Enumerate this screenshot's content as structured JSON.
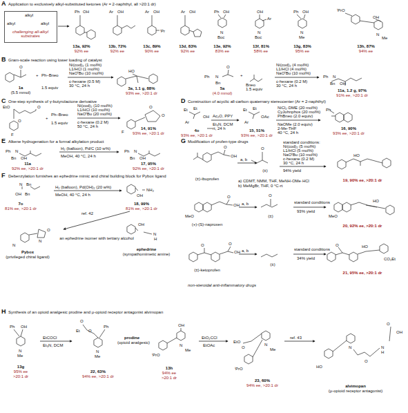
{
  "diagram": {
    "nodes": [
      {
        "text": [
          "alkyl",
          "alkyl",
          "alkyl",
          "challenging all-alkyl substrates"
        ]
      }
    ],
    "labels": [
      "A",
      "Application to exclusively alkyl-substituted ketones (Ar = 2-naphthyl, all >20:1 dr)",
      "Ph",
      "OH",
      "13a, 92%",
      "92% ee",
      "Ar",
      "OH",
      "13b, 72%",
      "92% ee",
      "Ar",
      "OH",
      "ⁱPr",
      "13c, 89%",
      "90% ee",
      "Ar",
      "OH",
      "13d, 83%",
      "92% ee",
      "Ph",
      "OH",
      "N",
      "Boc",
      "13e, 92%",
      "83% ee",
      "OH",
      "Ar",
      "N",
      "Boc",
      "13f, 81%",
      "58% ee",
      "Ph",
      "OH",
      "N",
      "Me",
      "13g, 83%",
      "95% ee",
      "ⁱPrO",
      "OH",
      "N",
      "Me",
      "13h, 87%",
      "94% ee",
      "B",
      "Gram-scale reaction using lower loading of catalyst",
      "O",
      "1a",
      "(5.5 mmol)",
      "+",
      "Ph–Bneo",
      "1.5 equiv",
      "Ni(cod)₂ (1 mol%)",
      "L1/HCl (1 mol%)",
      "NaOᵗBu (10 mol%)",
      "c-hexane (0.5 M)",
      "30 °C, 24 h",
      "HO",
      "3a, 1.1 g, 88%",
      "93% ee, >20:1 dr",
      "Ph",
      "N",
      "Bn",
      "O",
      "5a",
      "(4.0 mmol)",
      "+",
      "Bneo",
      "1.5 equiv",
      "Ni(cod)₂ (4 mol%)",
      "L1/HCl (4 mol%)",
      "NaOᵗBu (10 mol%)",
      "c-hexane (0.2 M)",
      "30 °C, 24 h",
      "Ph",
      "N",
      "Bn",
      "OH",
      "11a, 1.2 g, 97%",
      "91% ee, >20:1 dr",
      "C",
      "One-step synthesis of γ-butyrolactone derivative",
      "EtO",
      "O",
      "O",
      "F",
      "+",
      "Ph–Bneo",
      "1.5 equiv",
      "Ni(cod)₂ (10 mol%)",
      "L1/HCl (10 mol%)",
      "NaOᵗBu (20 mol%)",
      "c-hexane (0.2 M)",
      "50 °C, 24 h",
      "O",
      "O",
      "F",
      "14, 91%",
      "93% ee, >20:1 dr",
      "D",
      "Construction of acyclic all-carbon quaternary stereocenter (Ar = 2-naphthyl)",
      "Et",
      "Et",
      "OH",
      "Ar",
      "4o",
      "93% ee, >20:1 dr",
      "Ac₂O, PPY",
      "Et₃N, DCM",
      "rt, 24 h",
      "Et",
      "Et",
      "OAc",
      "Ar",
      "15, 51%",
      "93% ee, >20:1 dr",
      "NiCl₂·DME (20 mol%)",
      "CyJohnphos (20 mol%)",
      "PhBneo (2.0 equiv)",
      "NaOMe (2.0 equiv)",
      "2-Me-THF",
      "40 °C, 24 h",
      "Ph",
      "16, 90%",
      "93% ee, >20:1 dr",
      "E",
      "Alkene hydrogenation for a formal alkylation product",
      "Ph",
      "N",
      "Bn",
      "OH",
      "11a",
      "92% ee, >20:1 dr",
      "H₂ (balloon), Pd/C (10 w%)",
      "MeOH, 40 °C, 24 h",
      "Ph",
      "N",
      "Bn",
      "OH",
      "17, 95%",
      "92% ee, >20:1 dr",
      "F",
      "Debenzylation furnishes an ephedrine mimic and chiral building block for Pybox ligand",
      "N",
      "Bn",
      "OH",
      "Bn",
      "7o",
      "81% ee, >20:1 dr",
      "H₂ (balloon), Pd(OH)₂ (20 w%)",
      "MeOH, 40 °C, 24 h",
      "OH",
      "NH₂",
      "18, 99%",
      "81% ee, >20:1 dr",
      "ref. 42",
      "N",
      "O",
      "N",
      "Pybox",
      "(privileged chiral ligand)",
      "an ephedrine isomer with tertiary alcohol",
      "OH",
      "N",
      "H",
      "ephedrine",
      "(sympathomimetic amine)",
      "G",
      "Modification of profen-type drugs",
      "O",
      "OH",
      "(±)-ibuprofen",
      "a, b",
      "O",
      "(±)",
      "a) CDMT, NMM, THF, MeNH-OMe·HCl",
      "b) MeMgBr, THF, 0 °C-rt",
      "standard conditions:",
      "Ni(cod)₂ (5 mol%)",
      "L1/HCl (5 mol%)",
      "NaOᵗBu (10 mol%)",
      "c-hexane (0.2 M)",
      "30 °C, 24 h",
      "94% yield",
      "HO",
      "19, 90% ee, >20:1 dr",
      "MeO",
      "O",
      "OH",
      "(+)-(S)-naproxen",
      "a, b",
      "O",
      "(±)",
      "standard conditions",
      "93% yield",
      "MeO",
      "HO",
      "20, 92% ee, >20:1 dr",
      "O",
      "O",
      "OH",
      "(±)-ketoprofen",
      "a, b",
      "(±)",
      "standard conditions",
      "34% yield",
      "O",
      "HO",
      "CO₂Et",
      "21, 95% ee, >20:1 dr",
      "non-steroidal anti-inflammatory drugs",
      "H",
      "Synthesis of an opioid analgesic prodine and μ-opioid receptor antagonist alvimopan",
      "Ph",
      "OH",
      "N",
      "Me",
      "13g",
      "95% ee",
      ">20:1 dr",
      "EtCOCl",
      "Et₃N, DCM",
      "O",
      "Et",
      "O",
      "Ph",
      "N",
      "Me",
      "prodine",
      "(opioid analgesic)",
      "22, 63%",
      "94% ee, >20:1 dr",
      "13h",
      "94% ee",
      ">20:1 dr",
      "OH",
      "N",
      "Me",
      "ⁱPrO",
      "EtO₂CCl",
      "EtOAc",
      "EtO",
      "O",
      "N",
      "Me",
      "ⁱPrO",
      "23, 60%",
      "94% ee, >20:1 dr",
      "ref. 43",
      "HO",
      "N",
      "O",
      "OH",
      "N",
      "H",
      "O",
      "alvimopan",
      "(μ-opioid receptor antagonist)"
    ]
  }
}
